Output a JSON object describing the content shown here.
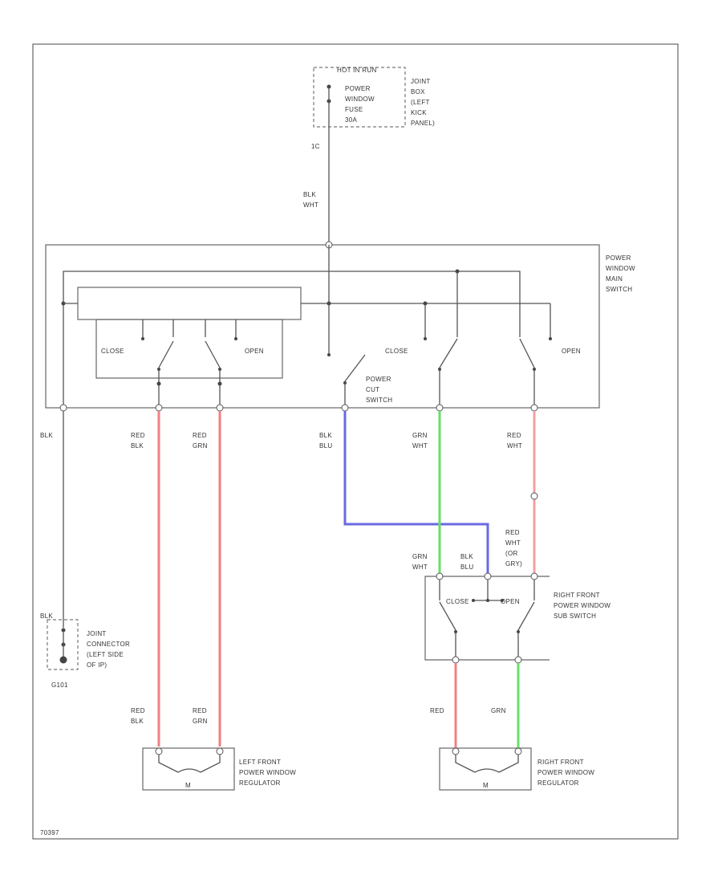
{
  "fuse_block": {
    "header": "HOT IN RUN",
    "fuse_lines": [
      "POWER",
      "WINDOW",
      "FUSE",
      "30A"
    ],
    "location_lines": [
      "JOINT",
      "BOX",
      "(LEFT",
      "KICK",
      "PANEL)"
    ],
    "pin": "1C"
  },
  "feed_wire": [
    "BLK",
    "WHT"
  ],
  "main_switch": {
    "name_lines": [
      "POWER",
      "WINDOW",
      "MAIN",
      "SWITCH"
    ],
    "left_close": "CLOSE",
    "left_open": "OPEN",
    "right_close": "CLOSE",
    "right_open": "OPEN",
    "cut_switch_lines": [
      "POWER",
      "CUT",
      "SWITCH"
    ]
  },
  "wires": {
    "ground": "BLK",
    "left_1": [
      "RED",
      "BLK"
    ],
    "left_2": [
      "RED",
      "GRN"
    ],
    "mid_1": [
      "BLK",
      "BLU"
    ],
    "mid_2": [
      "GRN",
      "WHT"
    ],
    "mid_3": [
      "RED",
      "WHT"
    ],
    "sub_grn": [
      "GRN",
      "WHT"
    ],
    "sub_blk": [
      "BLK",
      "BLU"
    ],
    "sub_red": [
      "RED",
      "WHT",
      "(OR",
      "GRY)"
    ],
    "lower_left_1": [
      "RED",
      "BLK"
    ],
    "lower_left_2": [
      "RED",
      "GRN"
    ],
    "lower_right_1": "RED",
    "lower_right_2": "GRN"
  },
  "ground_connector": {
    "wire": "BLK",
    "name_lines": [
      "JOINT",
      "CONNECTOR",
      "(LEFT SIDE",
      "OF IP)"
    ],
    "ground_id": "G101"
  },
  "sub_switch": {
    "name_lines": [
      "RIGHT FRONT",
      "POWER WINDOW",
      "SUB SWITCH"
    ],
    "close": "CLOSE",
    "open": "OPEN"
  },
  "left_regulator": {
    "name_lines": [
      "LEFT FRONT",
      "POWER WINDOW",
      "REGULATOR"
    ],
    "motor": "M"
  },
  "right_regulator": {
    "name_lines": [
      "RIGHT FRONT",
      "POWER WINDOW",
      "REGULATOR"
    ],
    "motor": "M"
  },
  "footer_id": "70397",
  "colors": {
    "red_wire": "#f08080",
    "green_wire": "#66e066",
    "blue_wire": "#6a6ae0",
    "line": "#555555"
  }
}
